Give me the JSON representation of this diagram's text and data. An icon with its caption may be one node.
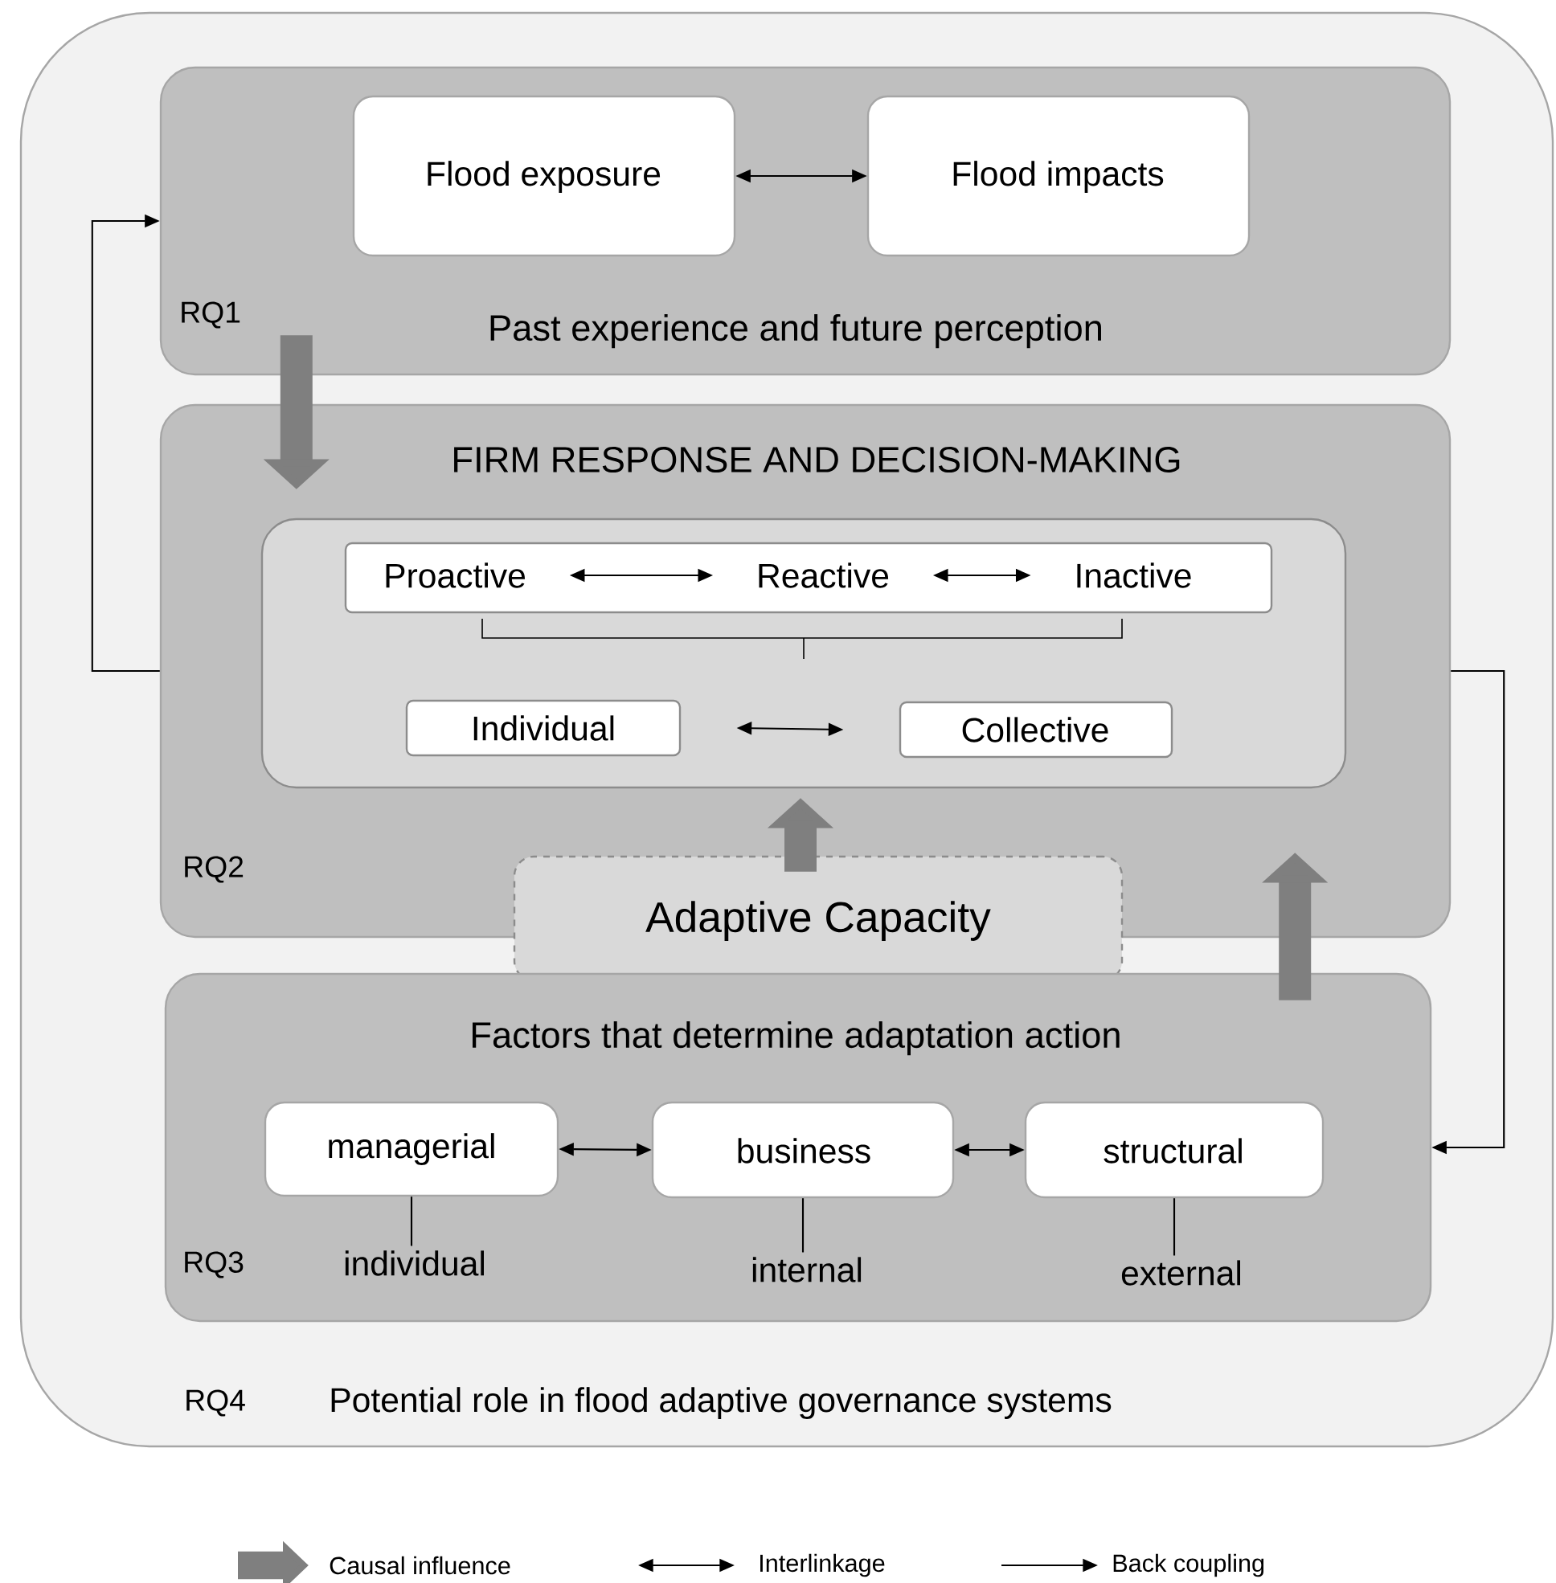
{
  "diagram": {
    "nodes": [
      {
        "text": [
          "RQ4",
          "Potential role in flood adaptive governance systems"
        ]
      },
      {
        "text": [
          "RQ1",
          "Past experience and future perception"
        ],
        "in": 0
      },
      {
        "text": [
          "Flood exposure"
        ],
        "in": 1
      },
      {
        "text": [
          "Flood impacts"
        ],
        "in": 1
      },
      {
        "text": [
          "FIRM RESPONSE AND DECISION-MAKING",
          "RQ2"
        ],
        "in": 0
      },
      {
        "text": [],
        "shape": "box",
        "in": 4
      },
      {
        "text": [],
        "shape": "box",
        "in": 5
      },
      {
        "text": [
          "Proactive"
        ],
        "in": 6
      },
      {
        "text": [
          "Reactive"
        ],
        "in": 6
      },
      {
        "text": [
          "Inactive"
        ],
        "in": 6
      },
      {
        "text": [
          "Individual"
        ],
        "in": 5
      },
      {
        "text": [
          "Collective"
        ],
        "in": 5
      },
      {
        "text": [
          "Adaptive Capacity"
        ],
        "in": 0
      },
      {
        "text": [
          "Factors that determine adaptation action",
          "RQ3"
        ],
        "in": 0
      },
      {
        "text": [
          "managerial"
        ],
        "in": 13
      },
      {
        "text": [
          "business"
        ],
        "in": 13
      },
      {
        "text": [
          "structural"
        ],
        "in": 13
      },
      {
        "text": [
          "individual"
        ],
        "in": 13
      },
      {
        "text": [
          "internal"
        ],
        "in": 13
      },
      {
        "text": [
          "external"
        ],
        "in": 13
      }
    ],
    "edges": [
      {
        "from": 2,
        "to": 3,
        "arrow": "both"
      },
      {
        "from": 1,
        "to": 4,
        "arrow": "to",
        "style": "thick",
        "color": "#7f7f7f"
      },
      {
        "from": 7,
        "to": 8,
        "arrow": "both"
      },
      {
        "from": 8,
        "to": 9,
        "arrow": "both"
      },
      {
        "from": 10,
        "to": 11,
        "arrow": "both"
      },
      {
        "from": 12,
        "to": 5,
        "arrow": "to",
        "style": "thick",
        "color": "#7f7f7f"
      },
      {
        "from": 13,
        "to": 4,
        "arrow": "to",
        "style": "thick",
        "color": "#7f7f7f"
      },
      {
        "from": 4,
        "to": 1,
        "arrow": "to"
      },
      {
        "from": 4,
        "to": 13,
        "arrow": "to"
      },
      {
        "from": 14,
        "to": 15,
        "arrow": "both"
      },
      {
        "from": 15,
        "to": 16,
        "arrow": "both"
      },
      {
        "from": 14,
        "to": 17,
        "arrow": "none"
      },
      {
        "from": 15,
        "to": 18,
        "arrow": "none"
      },
      {
        "from": 16,
        "to": 19,
        "arrow": "none"
      }
    ],
    "legend": [
      {
        "text": "Causal influence"
      },
      {
        "text": "Interlinkage"
      },
      {
        "text": "Back coupling"
      }
    ]
  }
}
